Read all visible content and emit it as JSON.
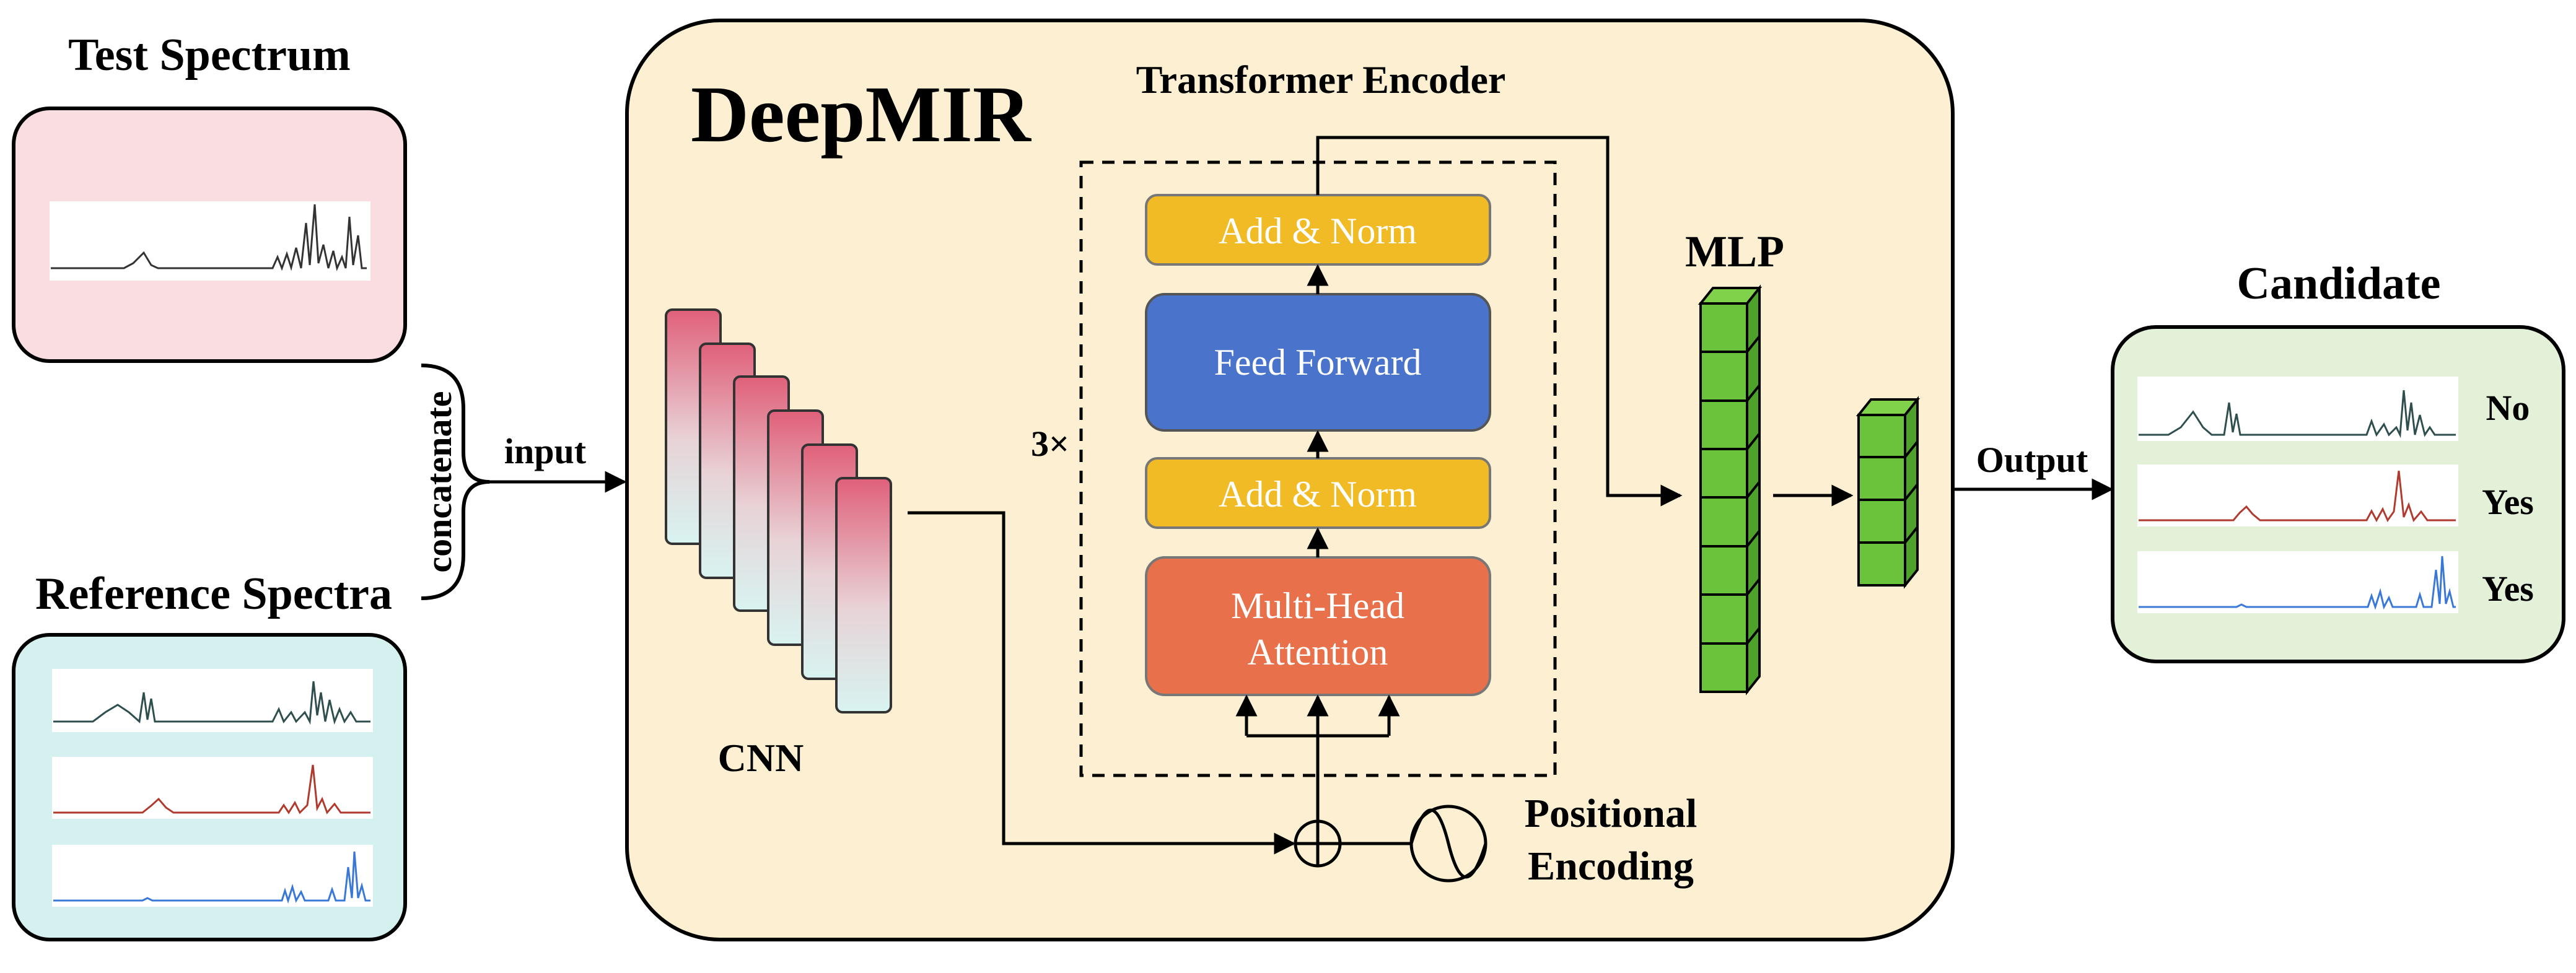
{
  "labels": {
    "test_spectrum": "Test Spectrum",
    "reference_spectra": "Reference Spectra",
    "concatenate": "concatenate",
    "input": "input",
    "deepmir": "DeepMIR",
    "cnn": "CNN",
    "transformer_encoder": "Transformer Encoder",
    "repeat": "3×",
    "add_norm_top": "Add & Norm",
    "feed_forward": "Feed Forward",
    "add_norm_bottom": "Add & Norm",
    "mha_line1": "Multi-Head",
    "mha_line2": "Attention",
    "positional_line1": "Positional",
    "positional_line2": "Encoding",
    "mlp": "MLP",
    "output": "Output",
    "candidate": "Candidate"
  },
  "candidates": [
    {
      "answer": "No",
      "color": "#2f4f4f"
    },
    {
      "answer": "Yes",
      "color": "#b03a2e"
    },
    {
      "answer": "Yes",
      "color": "#3a78d8"
    }
  ],
  "references": [
    {
      "color": "#2f4f4f"
    },
    {
      "color": "#b03a2e"
    },
    {
      "color": "#3a78d8"
    }
  ],
  "colors": {
    "test_panel": "#f9dde1",
    "reference_panel": "#d4f1ef",
    "deepmir_panel": "#fcefd2",
    "candidate_panel": "#e4f1d9",
    "add_norm": "#f0bb24",
    "feed_forward": "#4a74cc",
    "attention": "#e8704a",
    "mlp": "#6ac33a",
    "cnn_top": "#e0607a",
    "cnn_bottom": "#d8f3f1"
  }
}
